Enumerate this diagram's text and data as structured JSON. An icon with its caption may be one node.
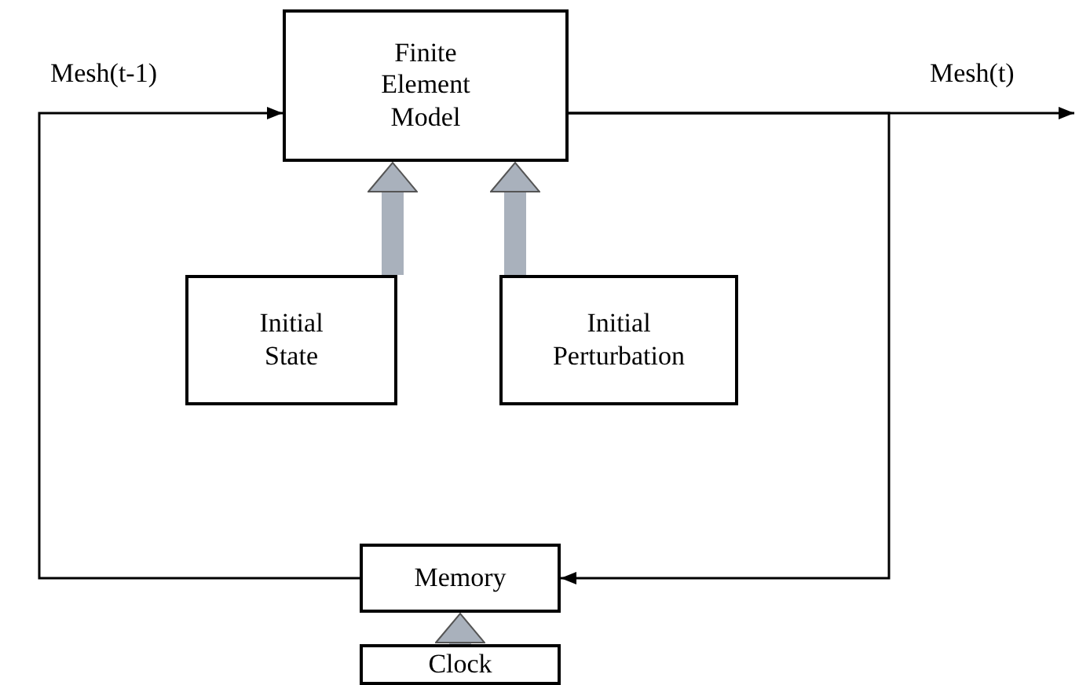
{
  "diagram": {
    "nodes": [
      {
        "text": [
          "Finite Element Model"
        ]
      },
      {
        "text": [
          "Initial State"
        ]
      },
      {
        "text": [
          "Initial Perturbation"
        ]
      },
      {
        "text": [
          "Memory"
        ]
      },
      {
        "text": [
          "Clock"
        ]
      }
    ],
    "edges": [
      {
        "from": 3,
        "to": 0,
        "arrow": "to",
        "label": "Mesh(t-1)"
      },
      {
        "from": 0,
        "to": null,
        "arrow": "to",
        "label": "Mesh(t)"
      },
      {
        "from": 0,
        "to": 3,
        "arrow": "to"
      },
      {
        "from": 1,
        "to": 0,
        "arrow": "to",
        "style": "thick",
        "color": "#a9b1bc"
      },
      {
        "from": 2,
        "to": 0,
        "arrow": "to",
        "style": "thick",
        "color": "#a9b1bc"
      },
      {
        "from": 4,
        "to": 3,
        "arrow": "to",
        "style": "thick",
        "color": "#a9b1bc"
      }
    ]
  }
}
